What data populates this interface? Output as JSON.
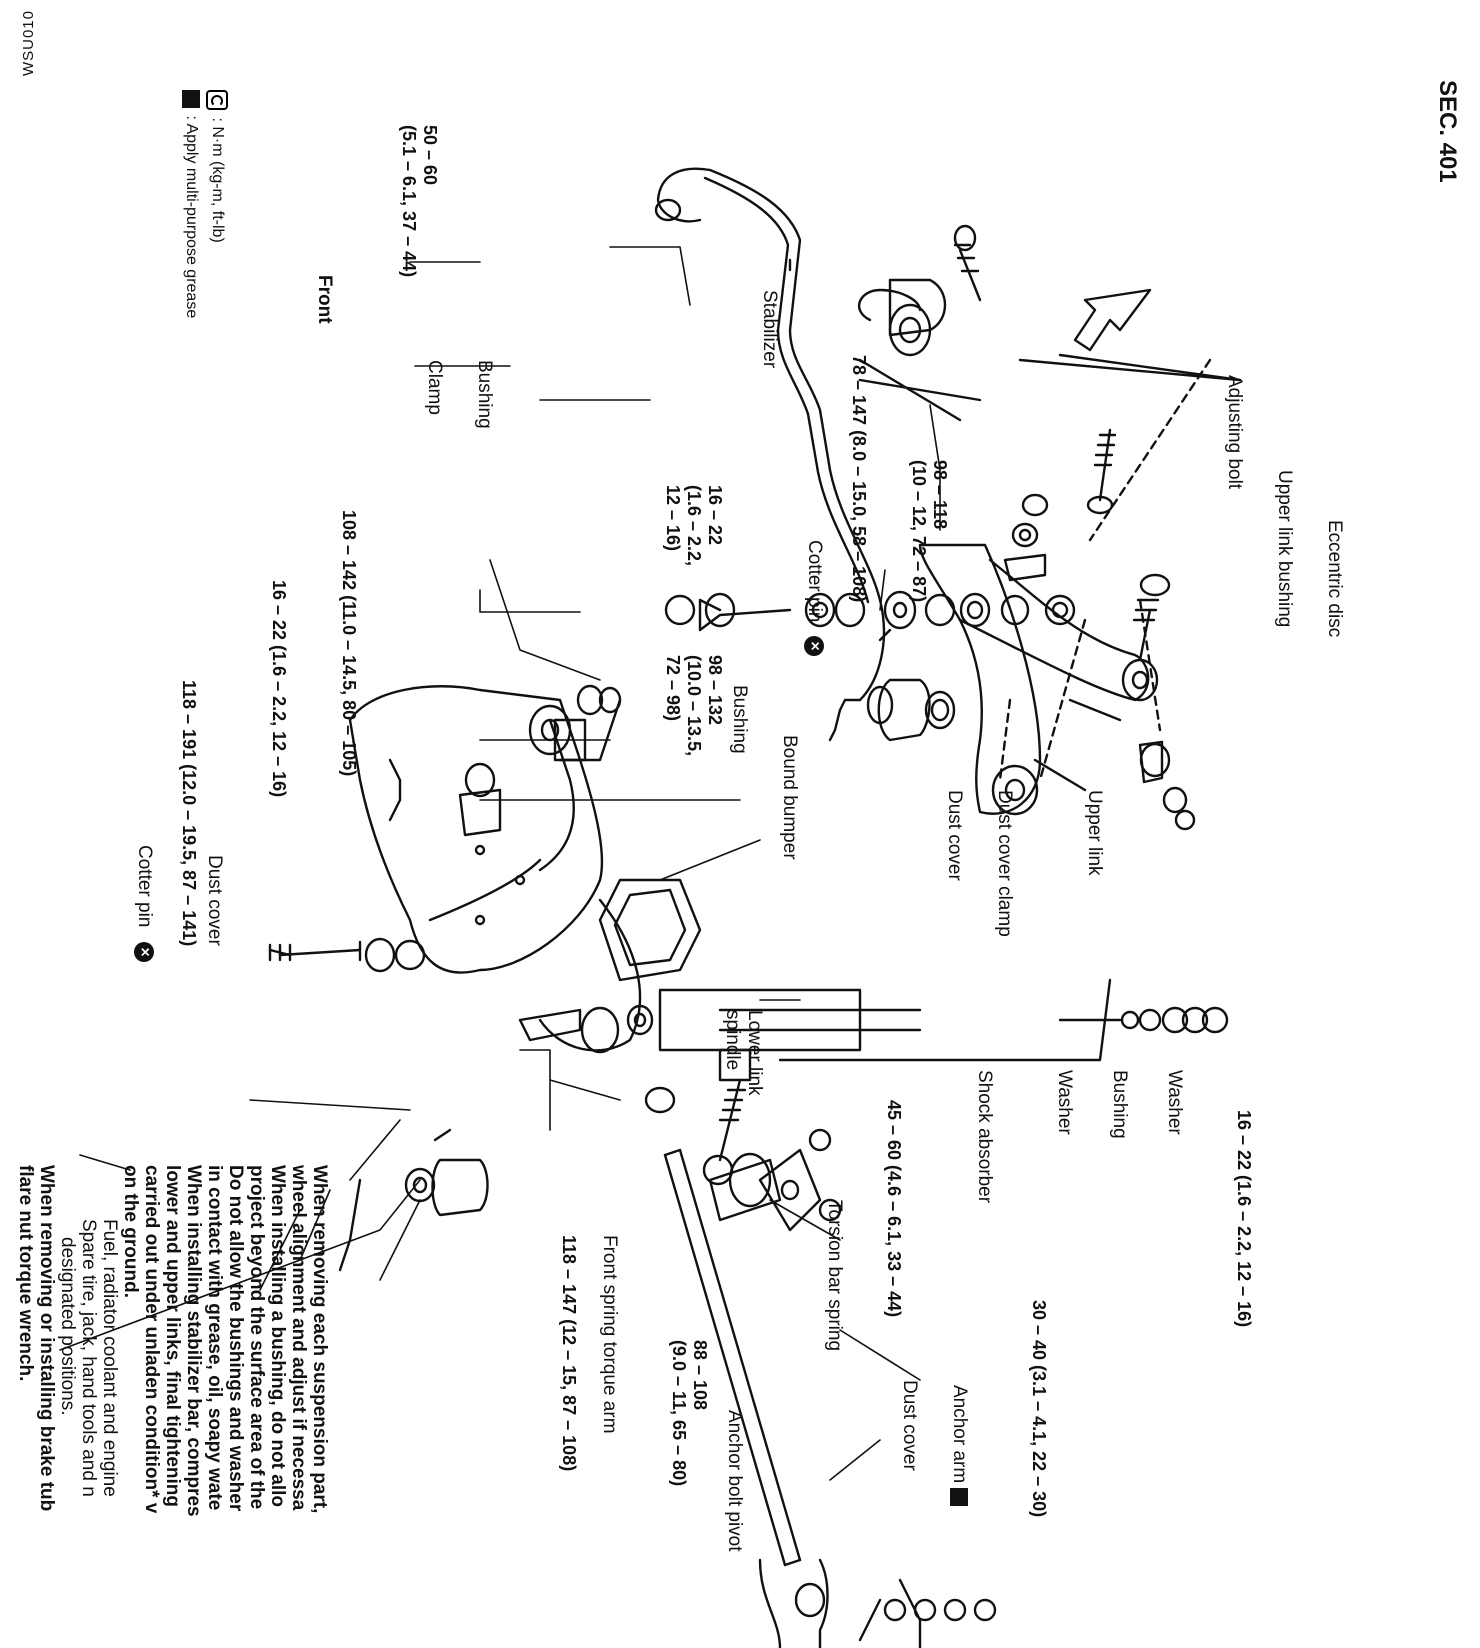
{
  "doc": {
    "section": "SEC. 401",
    "figure_code": "WSU010"
  },
  "parts": {
    "adjusting_bolt": "Adjusting bolt",
    "upper_link_bushing": "Upper link bushing",
    "eccentric_disc": "Eccentric disc",
    "upper_link": "Upper link",
    "dust_cover_clamp": "Dust cover clamp",
    "dust_cover_upper": "Dust cover",
    "cotter_pin_upper": "Cotter pin",
    "stabilizer": "Stabilizer",
    "bushing_stab": "Bushing",
    "clamp": "Clamp",
    "front": "Front",
    "bushing_lower": "Bushing",
    "bound_bumper": "Bound bumper",
    "washer_top": "Washer",
    "bushing_shock": "Bushing",
    "washer_bottom": "Washer",
    "shock_absorber": "Shock absorber",
    "lower_link_spindle_1": "Lower link",
    "lower_link_spindle_2": "spindle",
    "dust_cover_lower": "Dust cover",
    "cotter_pin_lower": "Cotter pin",
    "torsion_bar_spring": "Torsion bar spring",
    "front_spring_torque_arm": "Front spring torque arm",
    "anchor_arm": "Anchor arm",
    "dust_cover_rear": "Dust cover",
    "anchor_bolt_pivot": "Anchor bolt pivot"
  },
  "torques": {
    "t1": "98 – 118\n(10 – 12, 72 – 87)",
    "t2": "78 – 147 (8.0 – 15.0, 58 – 108)",
    "t3": "50 – 60\n(5.1 – 6.1, 37 – 44)",
    "t4": "16 – 22\n(1.6 – 2.2,\n12 – 16)",
    "t5": "98 – 132\n(10.0 – 13.5,\n72 – 98)",
    "t6": "108 – 142 (11.0 – 14.5, 80 – 105)",
    "t7": "16 – 22 (1.6 – 2.2, 12 – 16)",
    "t8": "118 – 191 (12.0 – 19.5, 87 – 141)",
    "t9": "16 – 22 (1.6 – 2.2, 12 – 16)",
    "t10": "45 – 60 (4.6 – 6.1, 33 – 44)",
    "t11": "30 – 40 (3.1 – 4.1, 22 – 30)",
    "t12": "88 – 108\n(9.0 – 11, 65 – 80)",
    "t13": "118 – 147 (12 – 15, 87 – 108)"
  },
  "legend": {
    "torque_unit": ": N·m (kg-m, ft-lb)",
    "grease": ": Apply multi-purpose grease"
  },
  "notes": {
    "n1a": "When removing each suspension part,",
    "n1b": "wheel alignment and adjust if necessa",
    "n2a": "When installing a bushing, do not allo",
    "n2b": "project beyond the surface area of the",
    "n3a": "Do not allow the bushings and washer",
    "n3b": "in contact with grease, oil, soapy wate",
    "n4a": "When installing stabilizer bar, compres",
    "n4b": "lower and upper links, final tightening",
    "n4c": "carried out under unladen condition* v",
    "n4d": "on the ground.",
    "n5a": "Fuel, radiator coolant and engine",
    "n5b": "Spare tire, jack, hand tools and n",
    "n5c": "designated positions.",
    "n6a": "When removing or installing brake tub",
    "n6b": "flare nut torque wrench.",
    "bullet": "•",
    "star": "*"
  },
  "icons": {
    "tighten": "torque-wrench-icon",
    "replace": "x-circle-replace-icon",
    "grease": "grease-icon"
  }
}
